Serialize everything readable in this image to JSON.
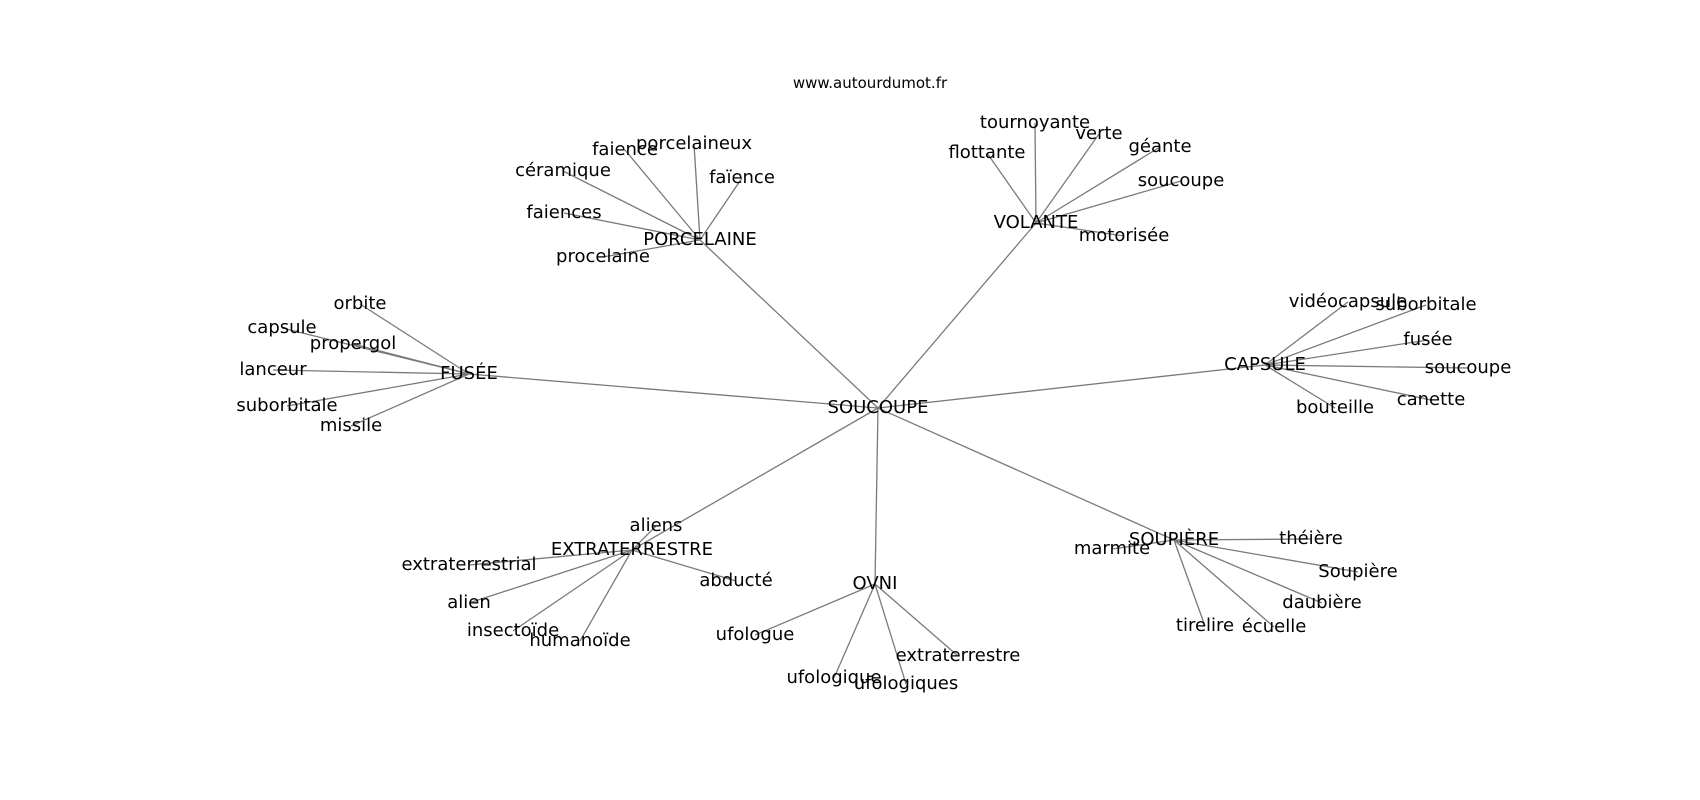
{
  "source": "www.autourdumot.fr",
  "graph": {
    "center": "SOUCOUPE",
    "hubs": [
      {
        "label": "PORCELAINE",
        "words": [
          "porcelaineux",
          "faience",
          "céramique",
          "faïence",
          "faiences",
          "procelaine"
        ]
      },
      {
        "label": "VOLANTE",
        "words": [
          "tournoyante",
          "verte",
          "flottante",
          "géante",
          "soucoupe",
          "motorisée"
        ]
      },
      {
        "label": "FUSÉE",
        "words": [
          "orbite",
          "capsule",
          "propergol",
          "lanceur",
          "suborbitale",
          "missile"
        ]
      },
      {
        "label": "CAPSULE",
        "words": [
          "vidéocapsule",
          "suborbitale",
          "fusée",
          "soucoupe",
          "canette",
          "bouteille"
        ]
      },
      {
        "label": "EXTRATERRESTRE",
        "words": [
          "aliens",
          "extraterrestrial",
          "abducté",
          "alien",
          "insectoïde",
          "humanoïde"
        ]
      },
      {
        "label": "OVNI",
        "words": [
          "ufologue",
          "extraterrestre",
          "ufologique",
          "ufologiques"
        ]
      },
      {
        "label": "SOUPIÈRE",
        "words": [
          "marmite",
          "théière",
          "Soupière",
          "daubière",
          "tirelire",
          "écuelle"
        ]
      }
    ]
  }
}
